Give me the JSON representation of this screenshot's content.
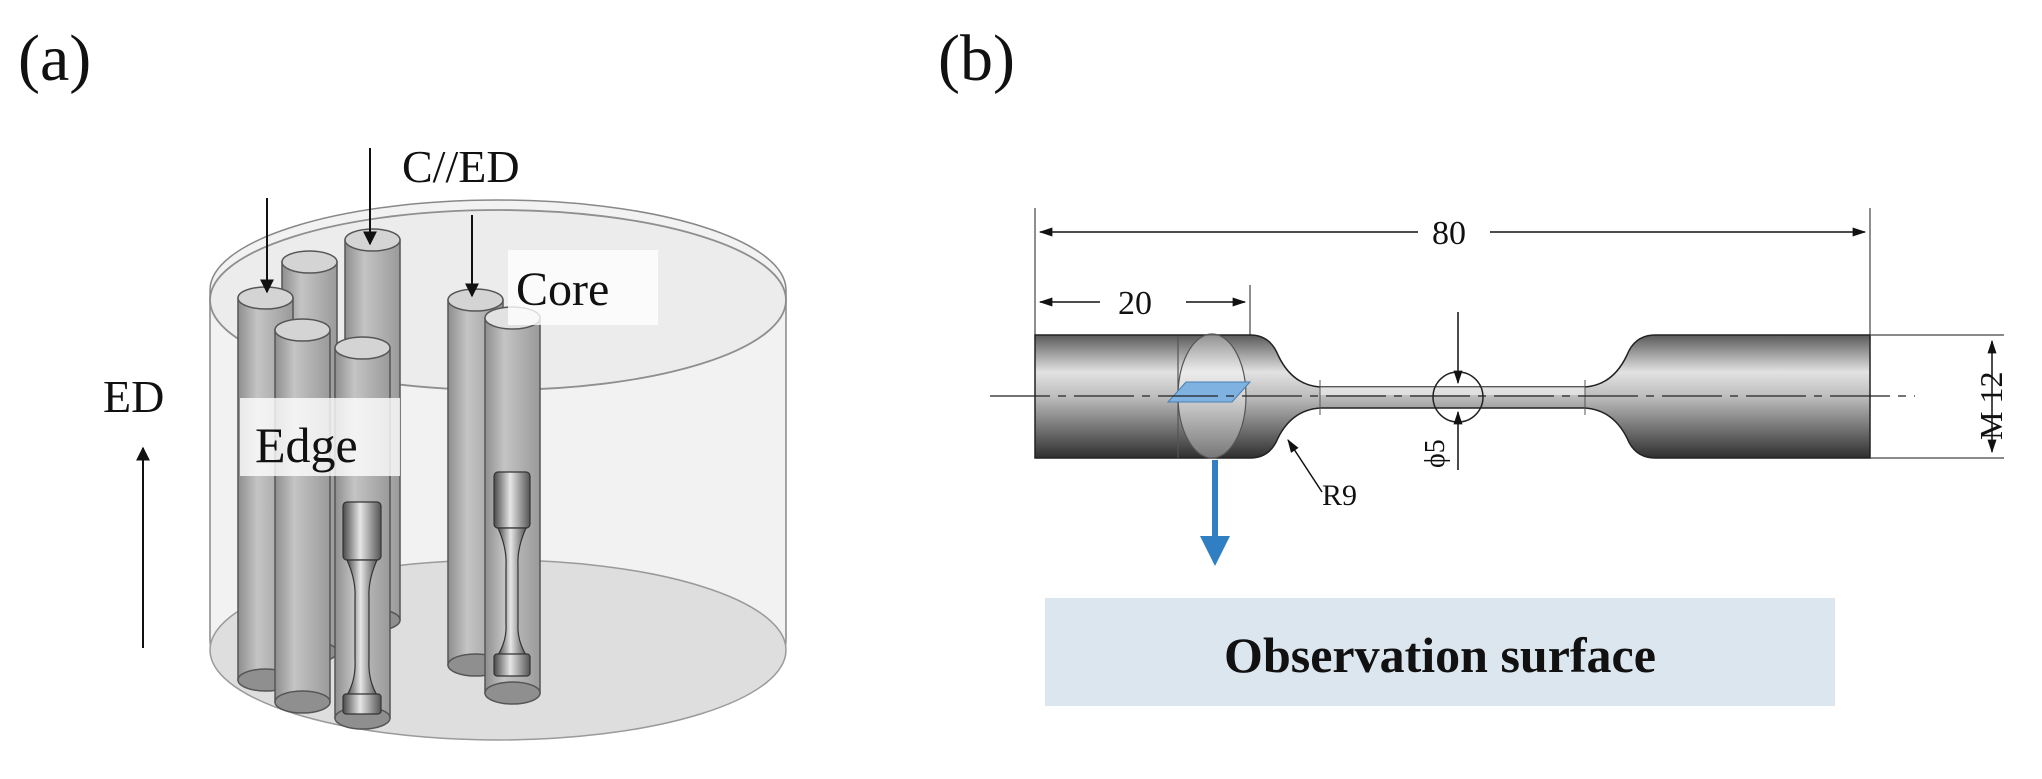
{
  "panel_a": {
    "label": "(a)",
    "direction_label": "C//ED",
    "core_label": "Core",
    "edge_label": "Edge",
    "axis_label": "ED"
  },
  "panel_b": {
    "label": "(b)",
    "dim_total": "80",
    "dim_grip": "20",
    "dim_thread": "M 12",
    "dim_gauge_dia": "ϕ5",
    "dim_radius": "R9",
    "observation_label": "Observation surface"
  },
  "colors": {
    "rod_fill": "#a9a9a9",
    "container_top": "#ededed",
    "container_bottom": "#dcdcdc",
    "observation_box": "#dce6ee",
    "observation_arrow": "#2f7fc2",
    "observation_plane": "#7fb2e0"
  }
}
